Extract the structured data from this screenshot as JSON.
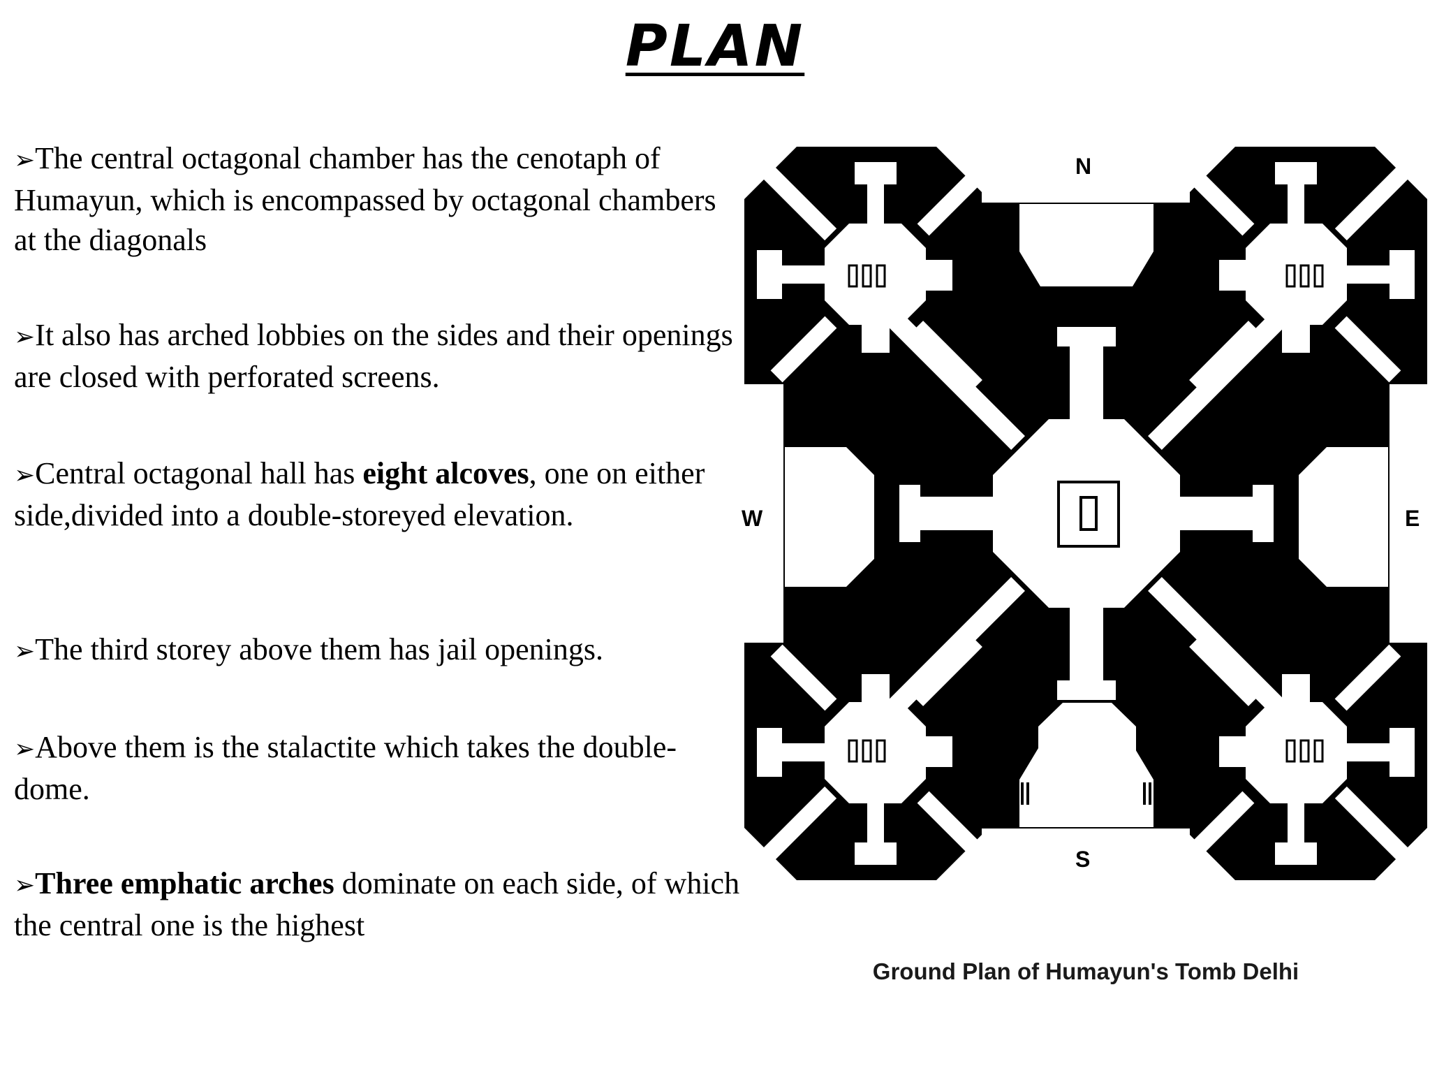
{
  "title": "PLAN",
  "bullets": [
    {
      "lead": "",
      "bold": "",
      "text": "The central octagonal chamber has the cenotaph of Humayun, which is encompassed by octagonal chambers at the diagonals",
      "tail": ""
    },
    {
      "lead": "",
      "bold": "",
      "text": "It also has arched lobbies on the sides and their openings are closed with perforated screens.",
      "tail": ""
    },
    {
      "lead": "Central octagonal hall has ",
      "bold": "eight alcoves",
      "text": "",
      "tail": ", one on either side,divided into a double-storeyed elevation."
    },
    {
      "lead": "",
      "bold": "",
      "text": "The third storey above them has jail openings.",
      "tail": ""
    },
    {
      "lead": "",
      "bold": "",
      "text": "Above them is the stalactite which takes the double-dome.",
      "tail": ""
    },
    {
      "lead": "",
      "bold": "Three emphatic arches",
      "text": "",
      "tail": " dominate on each side, of which the central one is the highest"
    }
  ],
  "bullet_marker": "➢",
  "compass": {
    "north": "N",
    "south": "S",
    "east": "E",
    "west": "W"
  },
  "caption": "Ground Plan of Humayun's Tomb Delhi"
}
